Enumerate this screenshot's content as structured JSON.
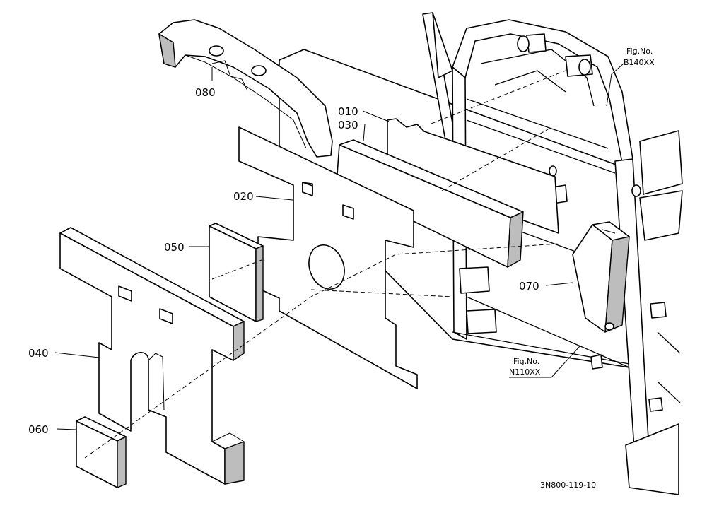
{
  "parts": [
    {
      "id": "p010",
      "number": "010"
    },
    {
      "id": "p020",
      "number": "020"
    },
    {
      "id": "p030",
      "number": "030"
    },
    {
      "id": "p040",
      "number": "040"
    },
    {
      "id": "p050",
      "number": "050"
    },
    {
      "id": "p060",
      "number": "060"
    },
    {
      "id": "p070",
      "number": "070"
    },
    {
      "id": "p080",
      "number": "080"
    }
  ],
  "figure_refs": [
    {
      "line1": "Fig.No.",
      "line2": "B140XX"
    },
    {
      "line1": "Fig.No.",
      "line2": "N110XX"
    }
  ],
  "drawing_code": "3N800-119-10"
}
